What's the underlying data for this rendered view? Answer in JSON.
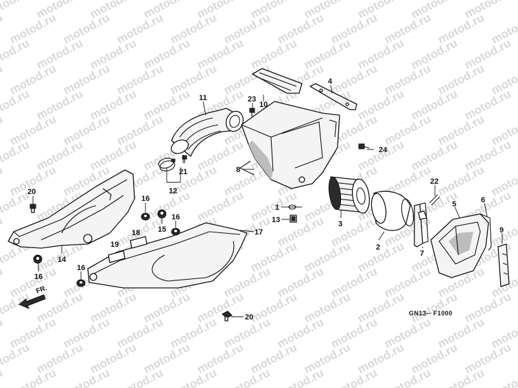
{
  "watermark": "motod.ru",
  "front_arrow_label": "FR.",
  "diagram_code": "GN13-- F1000",
  "callouts": {
    "c1": "1",
    "c2": "2",
    "c3": "3",
    "c4": "4",
    "c5": "5",
    "c6": "6",
    "c7": "7",
    "c8": "8",
    "c9": "9",
    "c10": "10",
    "c11": "11",
    "c12": "12",
    "c13": "13",
    "c14": "14",
    "c15": "15",
    "c16a": "16",
    "c16b": "16",
    "c16c": "16",
    "c16d": "16",
    "c17": "17",
    "c18": "18",
    "c19": "19",
    "c20a": "20",
    "c20b": "20",
    "c21": "21",
    "c22": "22",
    "c23": "23",
    "c24": "24"
  }
}
